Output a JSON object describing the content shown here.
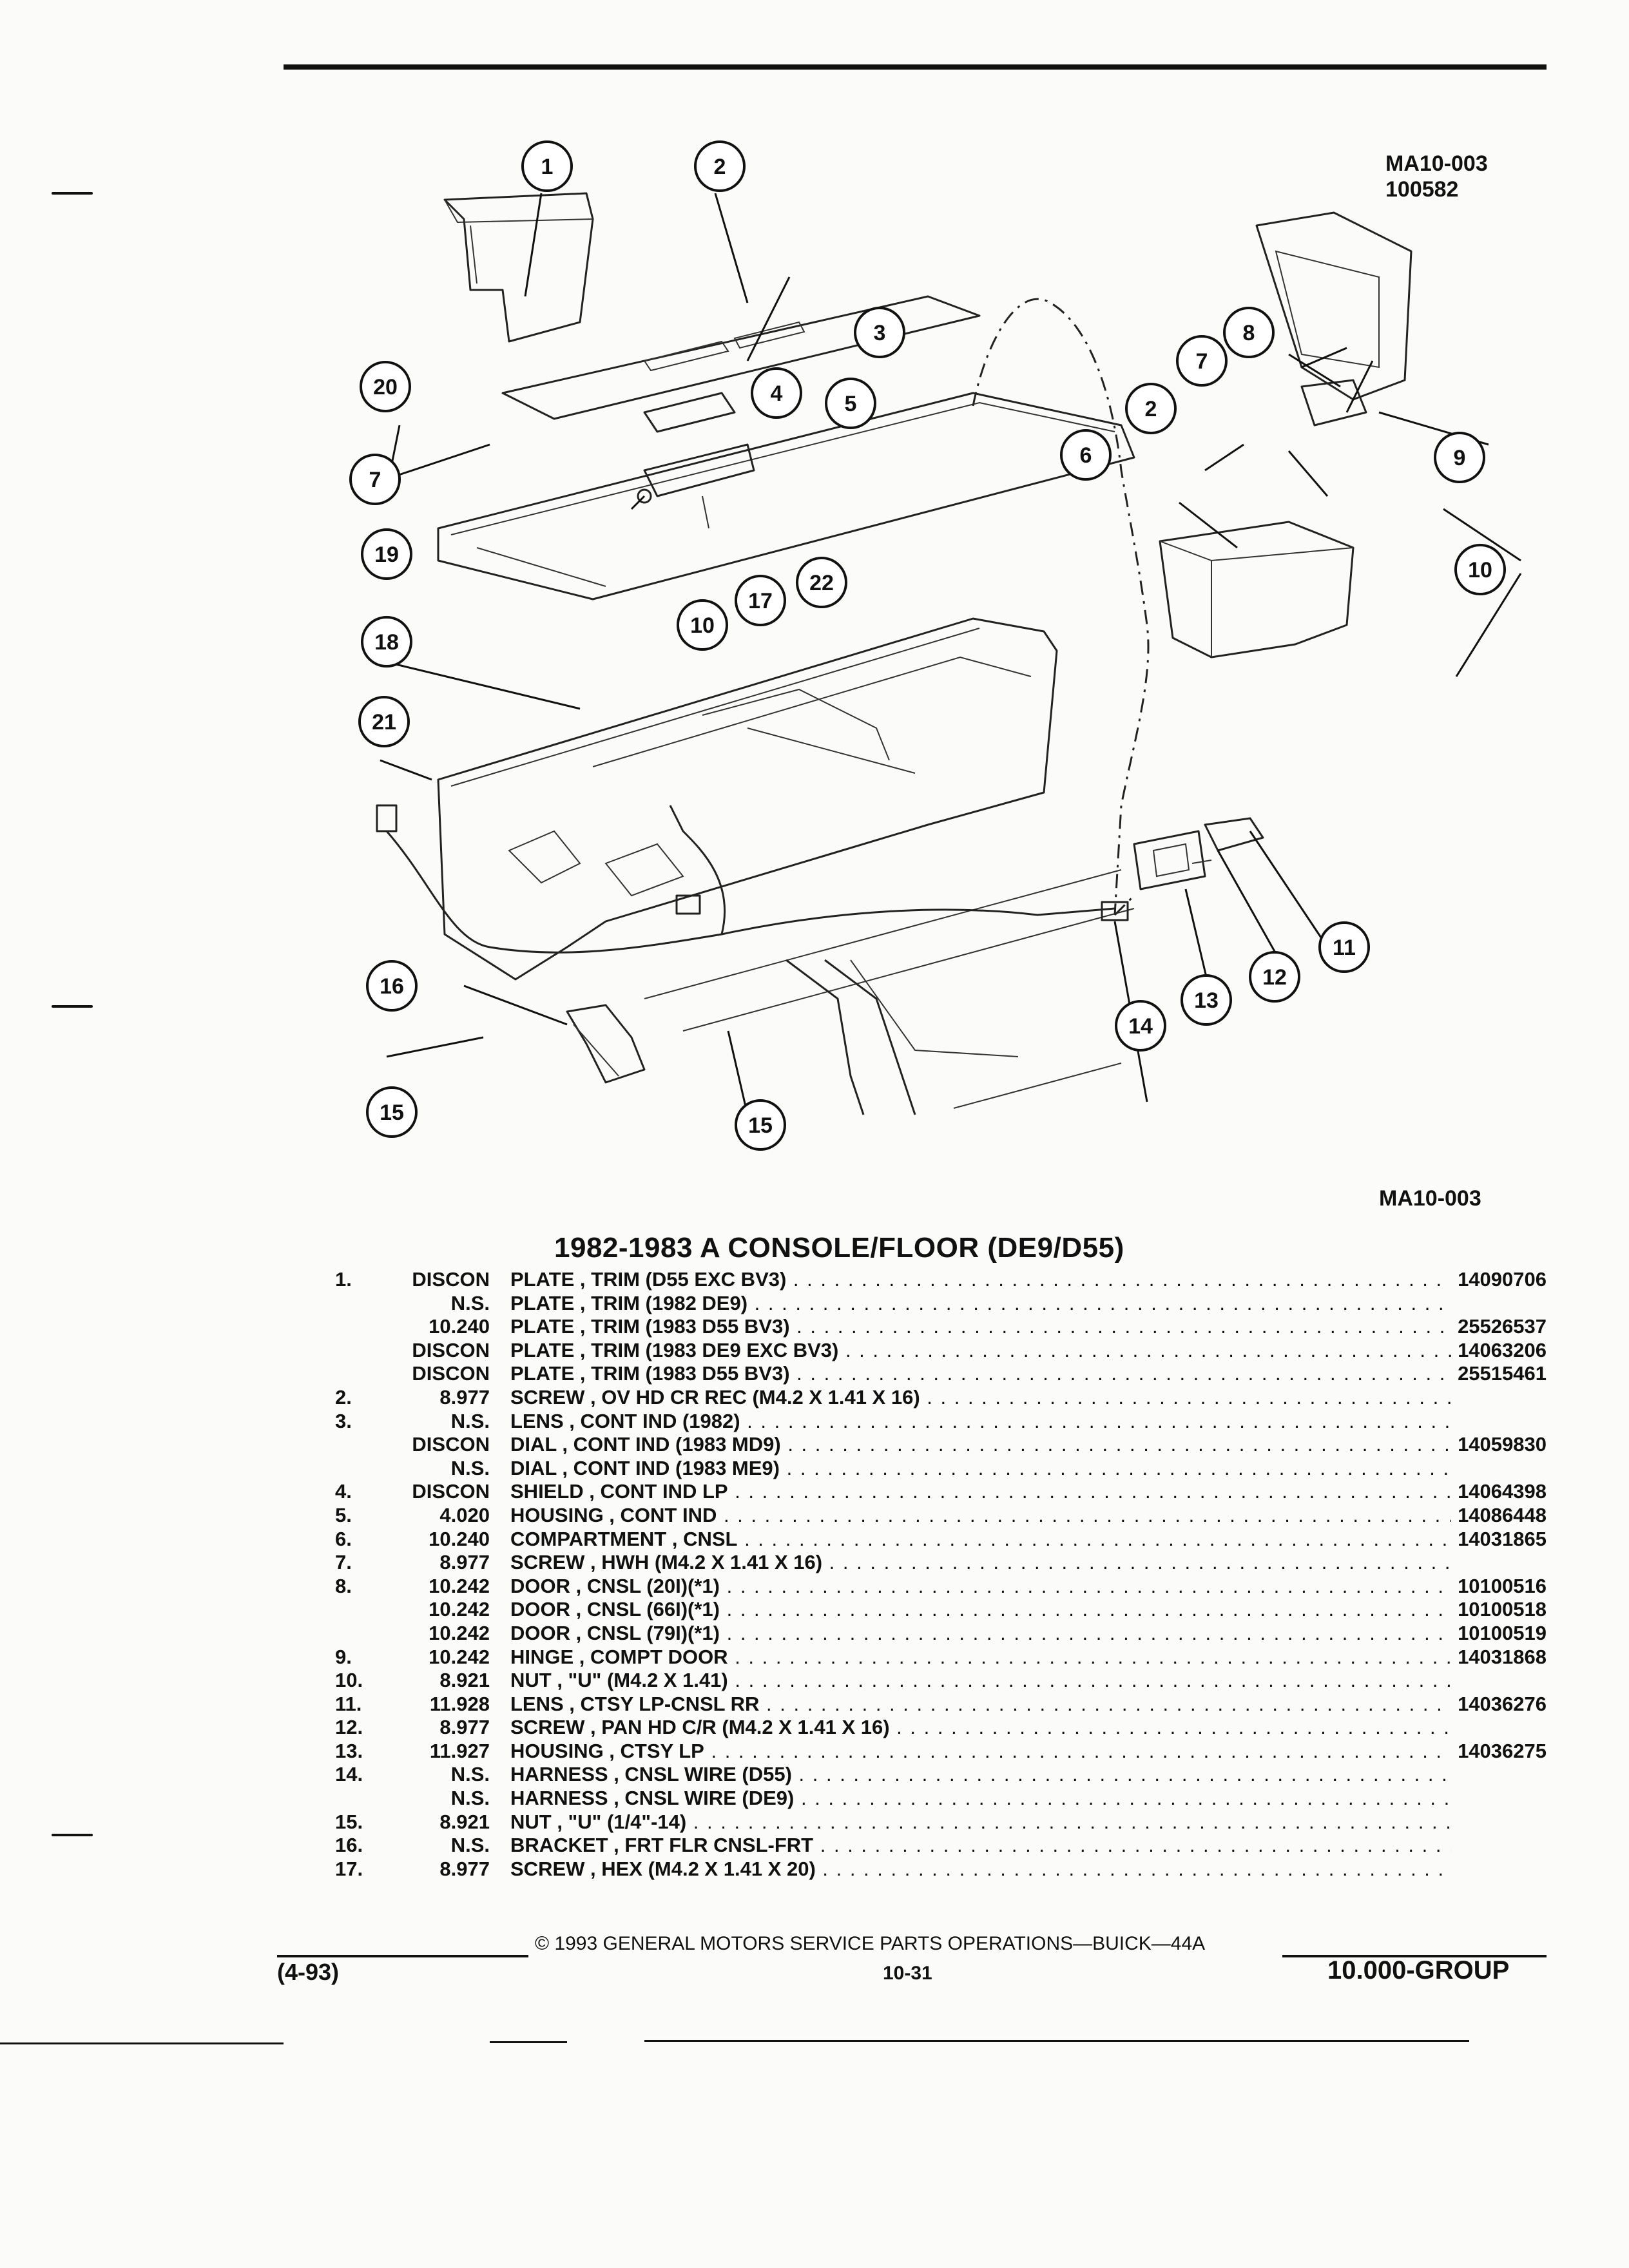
{
  "figure": {
    "code_top": "MA10-003",
    "number_top": "100582",
    "code_bottom": "MA10-003",
    "callouts": [
      "1",
      "2",
      "3",
      "4",
      "5",
      "2",
      "6",
      "7",
      "8",
      "9",
      "7",
      "10",
      "10",
      "11",
      "12",
      "13",
      "14",
      "15",
      "15",
      "16",
      "17",
      "18",
      "19",
      "20",
      "21",
      "22"
    ]
  },
  "section_title": "1982-1983 A CONSOLE/FLOOR (DE9/D55)",
  "parts": [
    {
      "num": "1.",
      "group": "DISCON",
      "desc": "PLATE , TRIM (D55 EXC BV3)",
      "part": "14090706"
    },
    {
      "num": "",
      "group": "N.S.",
      "desc": "PLATE , TRIM (1982 DE9)",
      "part": ""
    },
    {
      "num": "",
      "group": "10.240",
      "desc": "PLATE , TRIM (1983 D55 BV3)",
      "part": "25526537"
    },
    {
      "num": "",
      "group": "DISCON",
      "desc": "PLATE , TRIM (1983 DE9 EXC BV3)",
      "part": "14063206"
    },
    {
      "num": "",
      "group": "DISCON",
      "desc": "PLATE , TRIM (1983 D55 BV3)",
      "part": "25515461"
    },
    {
      "num": "2.",
      "group": "8.977",
      "desc": "SCREW , OV HD CR REC (M4.2 X 1.41 X 16)",
      "part": ""
    },
    {
      "num": "3.",
      "group": "N.S.",
      "desc": "LENS , CONT IND (1982)",
      "part": ""
    },
    {
      "num": "",
      "group": "DISCON",
      "desc": "DIAL , CONT IND (1983 MD9)",
      "part": "14059830"
    },
    {
      "num": "",
      "group": "N.S.",
      "desc": "DIAL , CONT IND (1983 ME9)",
      "part": ""
    },
    {
      "num": "4.",
      "group": "DISCON",
      "desc": "SHIELD , CONT IND LP",
      "part": "14064398"
    },
    {
      "num": "5.",
      "group": "4.020",
      "desc": "HOUSING , CONT IND",
      "part": "14086448"
    },
    {
      "num": "6.",
      "group": "10.240",
      "desc": "COMPARTMENT , CNSL",
      "part": "14031865"
    },
    {
      "num": "7.",
      "group": "8.977",
      "desc": "SCREW , HWH (M4.2 X 1.41 X 16)",
      "part": ""
    },
    {
      "num": "8.",
      "group": "10.242",
      "desc": "DOOR , CNSL (20I)(*1)",
      "part": "10100516"
    },
    {
      "num": "",
      "group": "10.242",
      "desc": "DOOR , CNSL (66I)(*1)",
      "part": "10100518"
    },
    {
      "num": "",
      "group": "10.242",
      "desc": "DOOR , CNSL (79I)(*1)",
      "part": "10100519"
    },
    {
      "num": "9.",
      "group": "10.242",
      "desc": "HINGE , COMPT DOOR",
      "part": "14031868"
    },
    {
      "num": "10.",
      "group": "8.921",
      "desc": "NUT , \"U\" (M4.2 X 1.41)",
      "part": ""
    },
    {
      "num": "11.",
      "group": "11.928",
      "desc": "LENS , CTSY LP-CNSL RR",
      "part": "14036276"
    },
    {
      "num": "12.",
      "group": "8.977",
      "desc": "SCREW , PAN HD C/R (M4.2 X 1.41 X 16)",
      "part": ""
    },
    {
      "num": "13.",
      "group": "11.927",
      "desc": "HOUSING , CTSY LP",
      "part": "14036275"
    },
    {
      "num": "14.",
      "group": "N.S.",
      "desc": "HARNESS , CNSL WIRE (D55)",
      "part": ""
    },
    {
      "num": "",
      "group": "N.S.",
      "desc": "HARNESS , CNSL WIRE (DE9)",
      "part": ""
    },
    {
      "num": "15.",
      "group": "8.921",
      "desc": "NUT , \"U\" (1/4\"-14)",
      "part": ""
    },
    {
      "num": "16.",
      "group": "N.S.",
      "desc": "BRACKET , FRT FLR CNSL-FRT",
      "part": ""
    },
    {
      "num": "17.",
      "group": "8.977",
      "desc": "SCREW , HEX (M4.2 X 1.41 X 20)",
      "part": ""
    }
  ],
  "footer": {
    "copyright": "© 1993 GENERAL MOTORS SERVICE PARTS OPERATIONS—BUICK—44A",
    "date": "(4-93)",
    "page": "10-31",
    "group": "10.000-GROUP"
  }
}
